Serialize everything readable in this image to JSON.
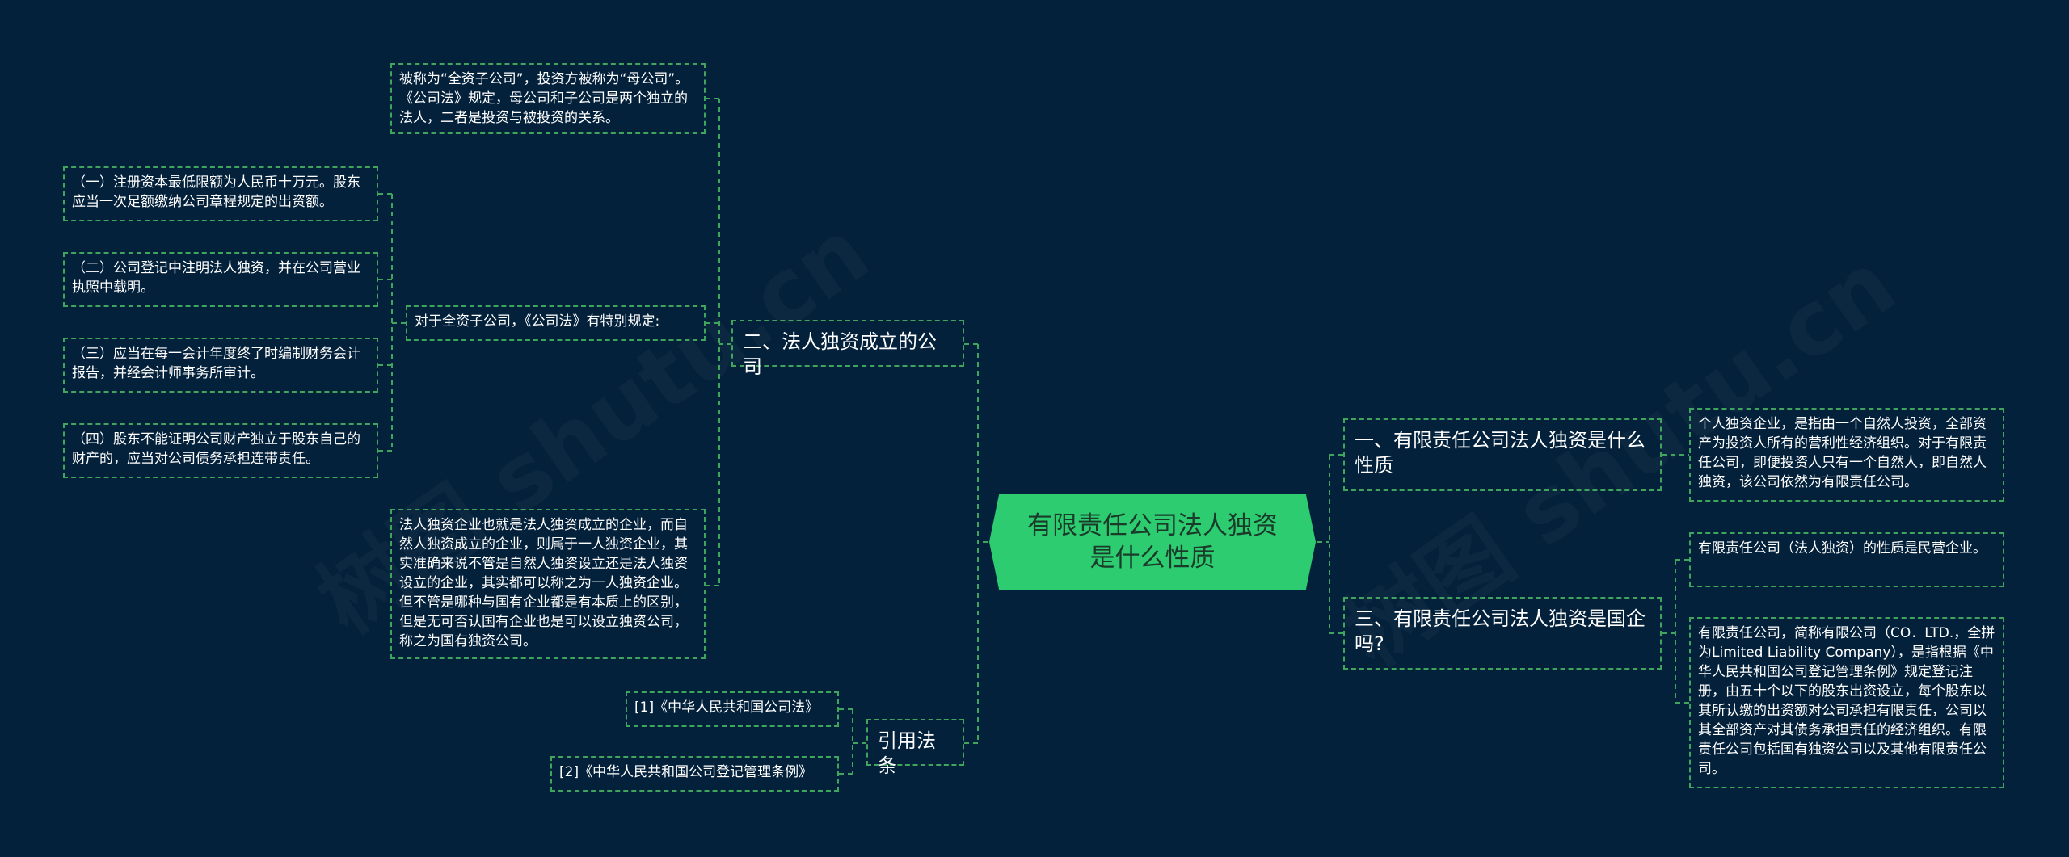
{
  "root": {
    "label": "有限责任公司法人独资是什么性质"
  },
  "branches": {
    "b2": {
      "label": "二、法人独资成立的公司"
    },
    "ref": {
      "label": "引用法条"
    },
    "b1": {
      "label": "一、有限责任公司法人独资是什么性质"
    },
    "b3": {
      "label": "三、有限责任公司法人独资是国企吗?"
    }
  },
  "b2_children": {
    "c1": "被称为“全资子公司”，投资方被称为“母公司”。《公司法》规定，母公司和子公司是两个独立的法人，二者是投资与被投资的关系。",
    "c2": "对于全资子公司，《公司法》有特别规定:",
    "c3": "法人独资企业也就是法人独资成立的企业，而自然人独资成立的企业，则属于一人独资企业，其实准确来说不管是自然人独资设立还是法人独资设立的企业，其实都可以称之为一人独资企业。但不管是哪种与国有企业都是有本质上的区别，但是无可否认国有企业也是可以设立独资公司，称之为国有独资公司。"
  },
  "c2_children": [
    "（一）注册资本最低限额为人民币十万元。股东应当一次足额缴纳公司章程规定的出资额。",
    "（二）公司登记中注明法人独资，并在公司营业执照中载明。",
    "（三）应当在每一会计年度终了时编制财务会计报告，并经会计师事务所审计。",
    "（四）股东不能证明公司财产独立于股东自己的财产的，应当对公司债务承担连带责任。"
  ],
  "ref_children": [
    "[1]《中华人民共和国公司法》",
    "[2]《中华人民共和国公司登记管理条例》"
  ],
  "b1_children": [
    "个人独资企业，是指由一个自然人投资，全部资产为投资人所有的营利性经济组织。对于有限责任公司，即便投资人只有一个自然人，即自然人独资，该公司依然为有限责任公司。"
  ],
  "b3_children": [
    "有限责任公司（法人独资）的性质是民营企业。",
    "有限责任公司，简称有限公司（CO．LTD.，全拼为Limited Liability Company），是指根据《中华人民共和国公司登记管理条例》规定登记注册，由五十个以下的股东出资设立，每个股东以其所认缴的出资额对公司承担有限责任，公司以其全部资产对其债务承担责任的经济组织。有限责任公司包括国有独资公司以及其他有限责任公司。"
  ],
  "watermark": "树图 shutu.cn",
  "colors": {
    "background": "#04213b",
    "root": "#2ecc71",
    "connector": "#3fa45c",
    "text": "#ffffff"
  }
}
